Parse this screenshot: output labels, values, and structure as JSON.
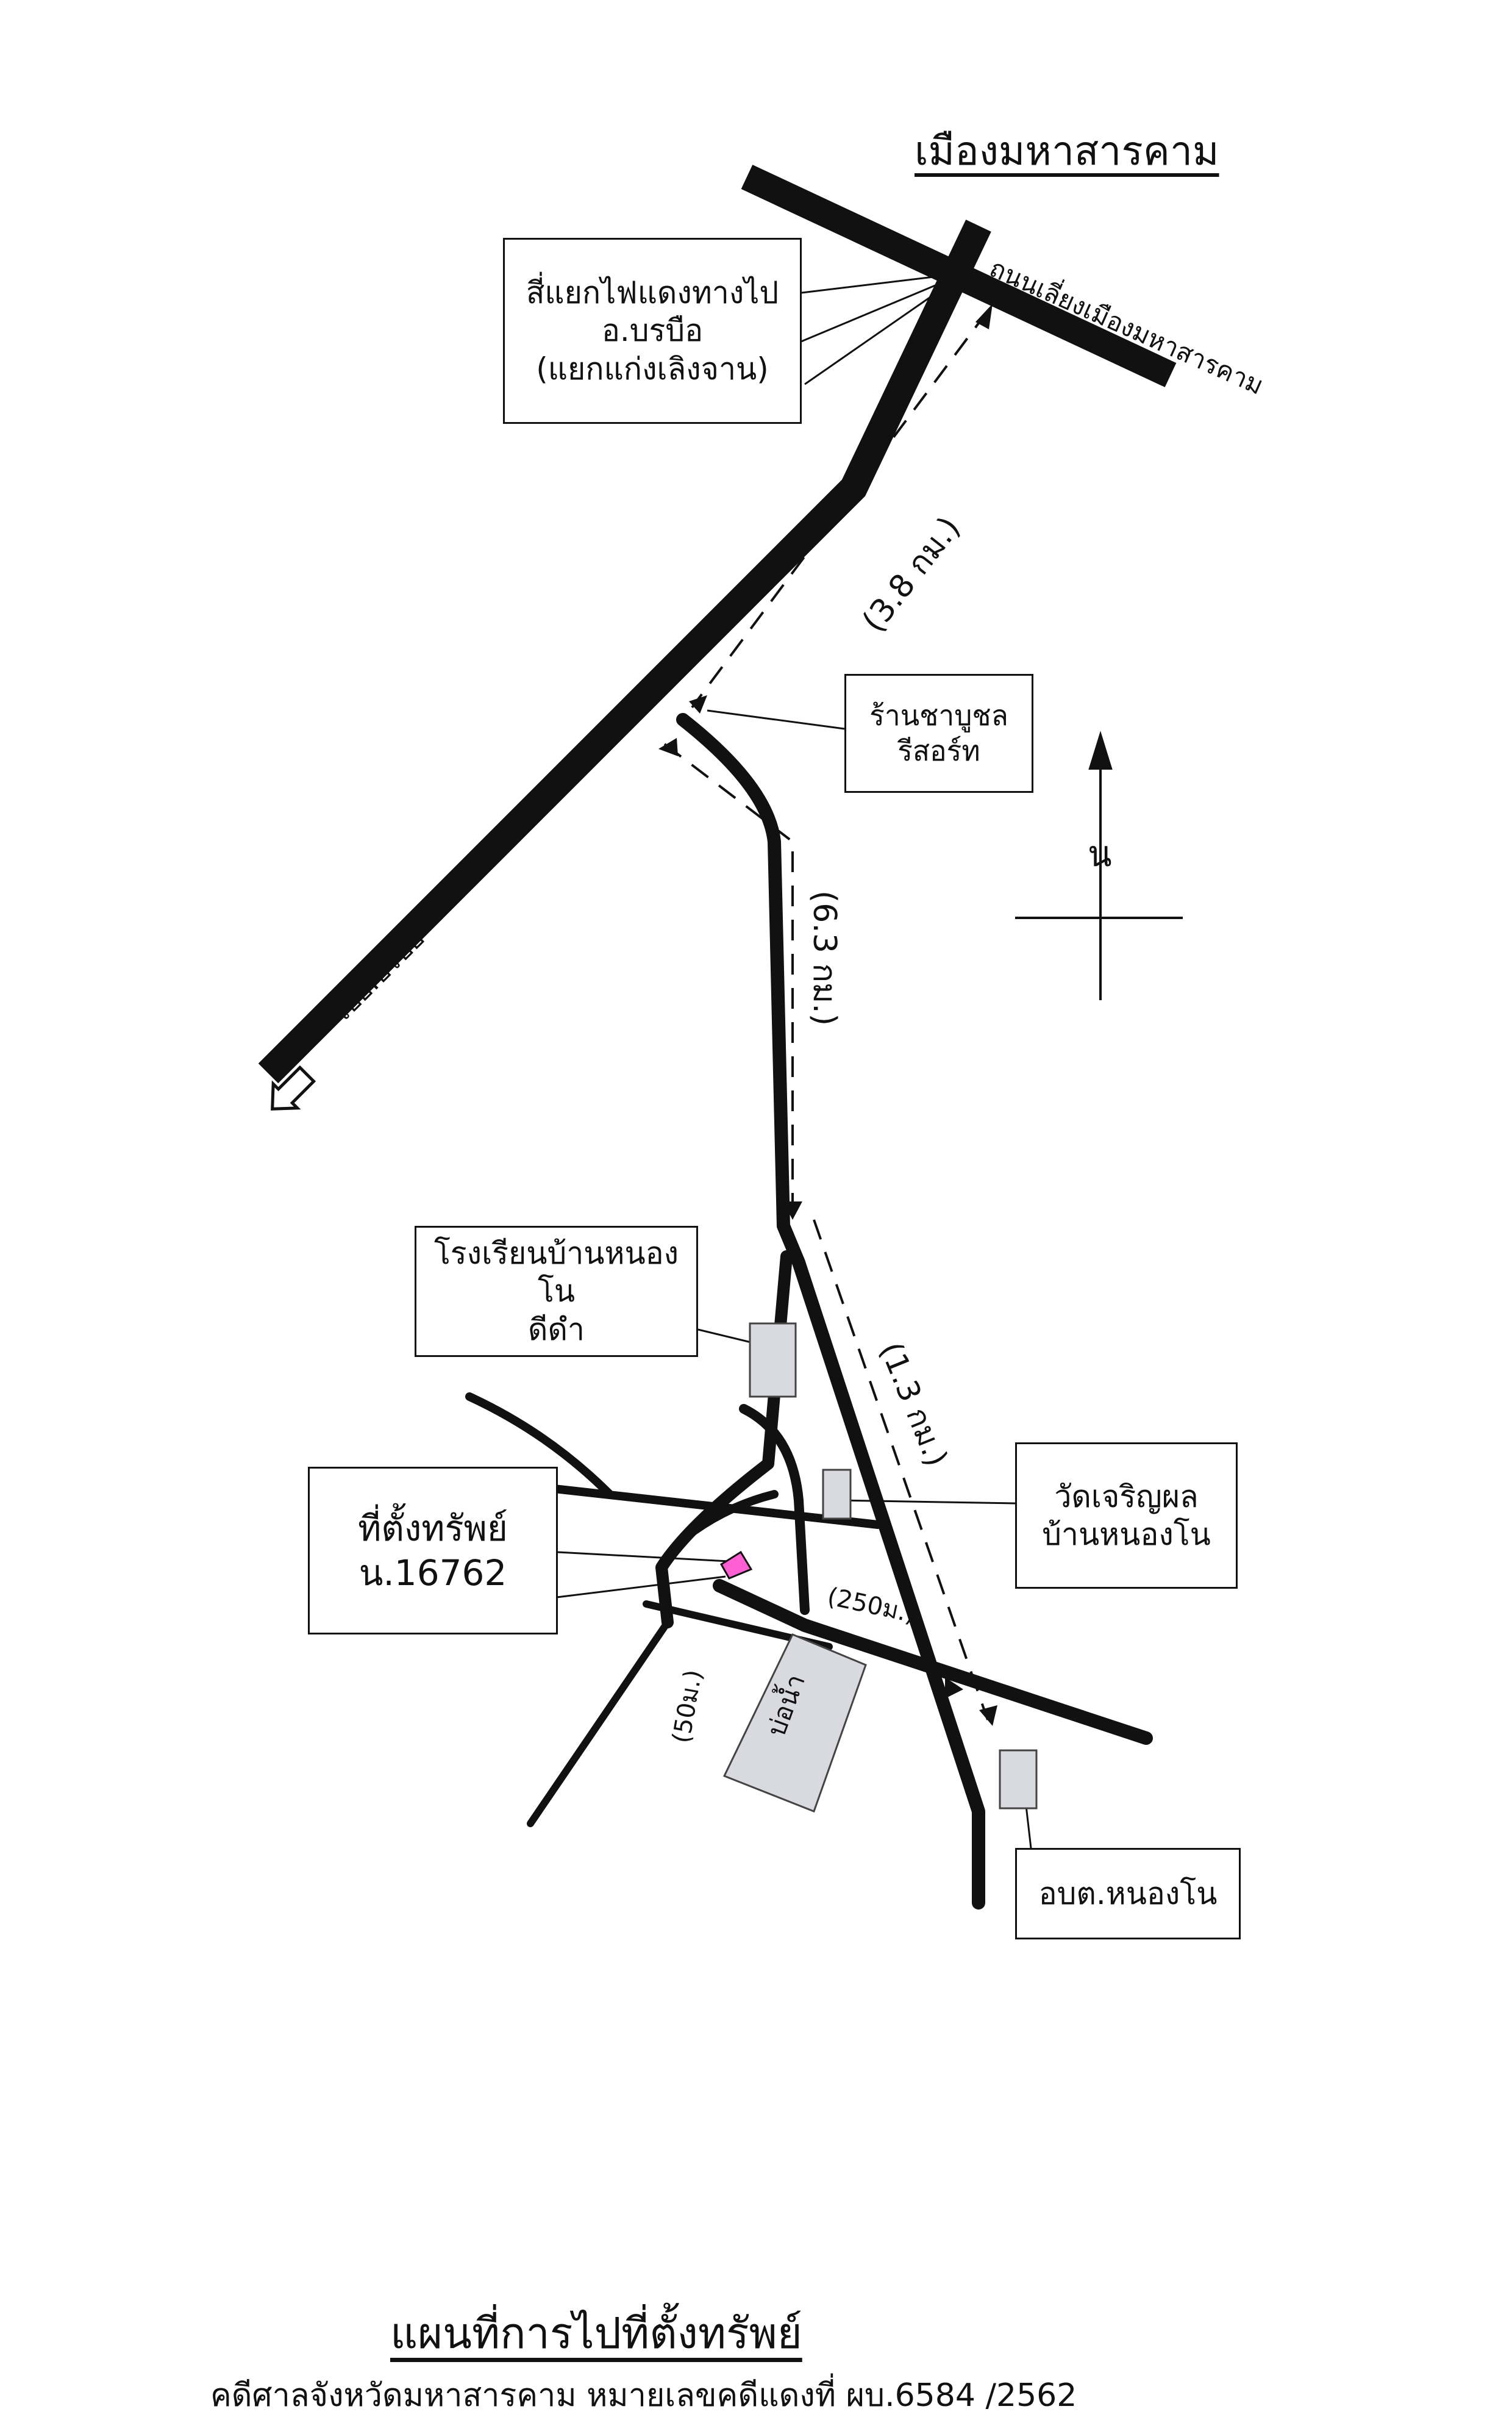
{
  "titles": {
    "city": "เมืองมหาสารคาม",
    "map_title": "แผนที่การไปที่ตั้งทรัพย์",
    "footer": "คดีศาลจังหวัดมหาสารคาม  หมายเลขคดีแดงที่ ผบ.6584 /2562"
  },
  "labels": {
    "road_main": "ถนนเลี่ยงเมืองมหาสารคาม",
    "to_borabue": "ไปอ.บรบือ",
    "north": "น",
    "dist_38": "(3.8 กม.)",
    "dist_63": "(6.3 กม.)",
    "dist_13": "(1.3 กม.)",
    "dist_250": "(250ม.)",
    "dist_50": "(50ม.)",
    "pond": "บ่อน้ำ"
  },
  "boxes": {
    "intersection": [
      "สี่แยกไฟแดงทางไป",
      "อ.บรบือ",
      "(แยกแก่งเลิงจาน)"
    ],
    "shop": [
      "ร้านชาบูชล",
      "รีสอร์ท"
    ],
    "school": [
      "โรงเรียนบ้านหนองโน",
      "ดีดำ"
    ],
    "temple": [
      "วัดเจริญผล",
      "บ้านหนองโน"
    ],
    "property": [
      "ที่ตั้งทรัพย์",
      "น.16762"
    ],
    "sao": [
      "อบต.หนองโน"
    ]
  },
  "colors": {
    "ink": "#111111",
    "building": "#d9d9e0",
    "property": "#ff5fd2"
  }
}
